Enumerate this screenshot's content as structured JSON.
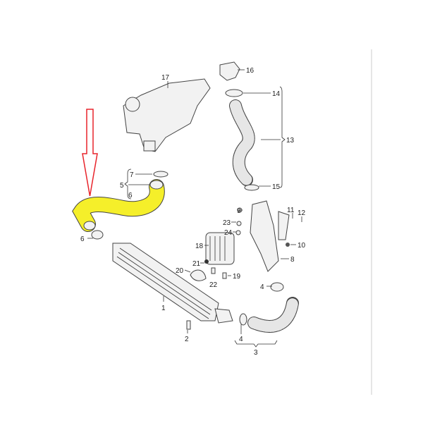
{
  "diagram": {
    "callouts": [
      "17",
      "16",
      "14",
      "13",
      "15",
      "7",
      "5",
      "6",
      "6",
      "9",
      "23",
      "24",
      "11",
      "12",
      "18",
      "10",
      "8",
      "21",
      "20",
      "22",
      "19",
      "4",
      "1",
      "2",
      "4",
      "3"
    ],
    "colors": {
      "highlight": "#f5ef2a",
      "arrow": "#e8242b",
      "line": "#333333"
    }
  }
}
